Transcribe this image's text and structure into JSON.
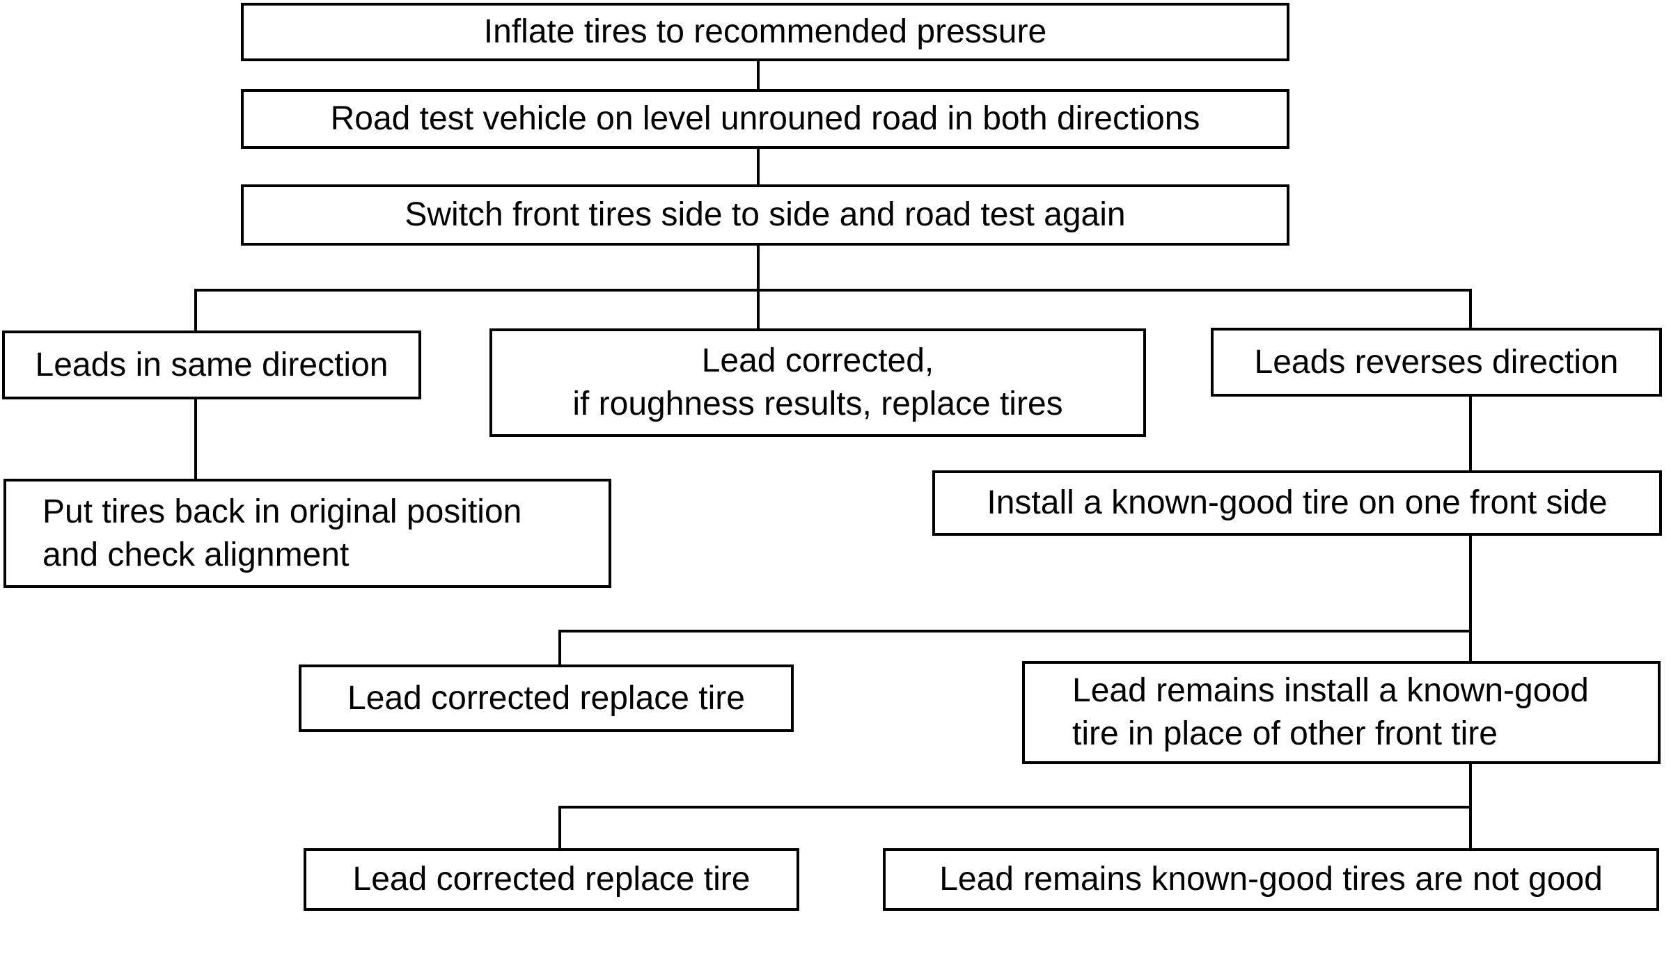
{
  "diagram": {
    "type": "flowchart",
    "topic": "Tire lead / pull diagnosis procedure",
    "colors": {
      "background": "#ffffff",
      "box_fill": "#ffffff",
      "box_border": "#000000",
      "text": "#000000",
      "connector": "#000000"
    },
    "nodes": {
      "inflate": {
        "label": "Inflate tires to recommended pressure"
      },
      "road_test": {
        "label": "Road test vehicle on level unrouned road in both directions"
      },
      "switch_tires": {
        "label": "Switch front tires side to side and road test again"
      },
      "leads_same": {
        "label": "Leads in same direction"
      },
      "lead_corrected_branch": {
        "label": "Lead corrected,\nif roughness results, replace tires"
      },
      "leads_reverses": {
        "label": "Leads reverses direction"
      },
      "put_back": {
        "label": "Put tires back in original position\nand check alignment"
      },
      "install_known_good": {
        "label": "Install a known-good tire on one front side"
      },
      "lead_corrected_replace_1": {
        "label": "Lead corrected replace tire"
      },
      "lead_remains_install": {
        "label": "Lead remains install a known-good\ntire in place of other front tire"
      },
      "lead_corrected_replace_2": {
        "label": "Lead corrected replace tire"
      },
      "lead_remains_not_good": {
        "label": "Lead remains known-good tires are not good"
      }
    },
    "edges": [
      {
        "from": "inflate",
        "to": "road_test"
      },
      {
        "from": "road_test",
        "to": "switch_tires"
      },
      {
        "from": "switch_tires",
        "to": "leads_same"
      },
      {
        "from": "switch_tires",
        "to": "lead_corrected_branch"
      },
      {
        "from": "switch_tires",
        "to": "leads_reverses"
      },
      {
        "from": "leads_same",
        "to": "put_back"
      },
      {
        "from": "leads_reverses",
        "to": "install_known_good"
      },
      {
        "from": "install_known_good",
        "to": "lead_corrected_replace_1"
      },
      {
        "from": "install_known_good",
        "to": "lead_remains_install"
      },
      {
        "from": "lead_remains_install",
        "to": "lead_corrected_replace_2"
      },
      {
        "from": "lead_remains_install",
        "to": "lead_remains_not_good"
      }
    ]
  }
}
